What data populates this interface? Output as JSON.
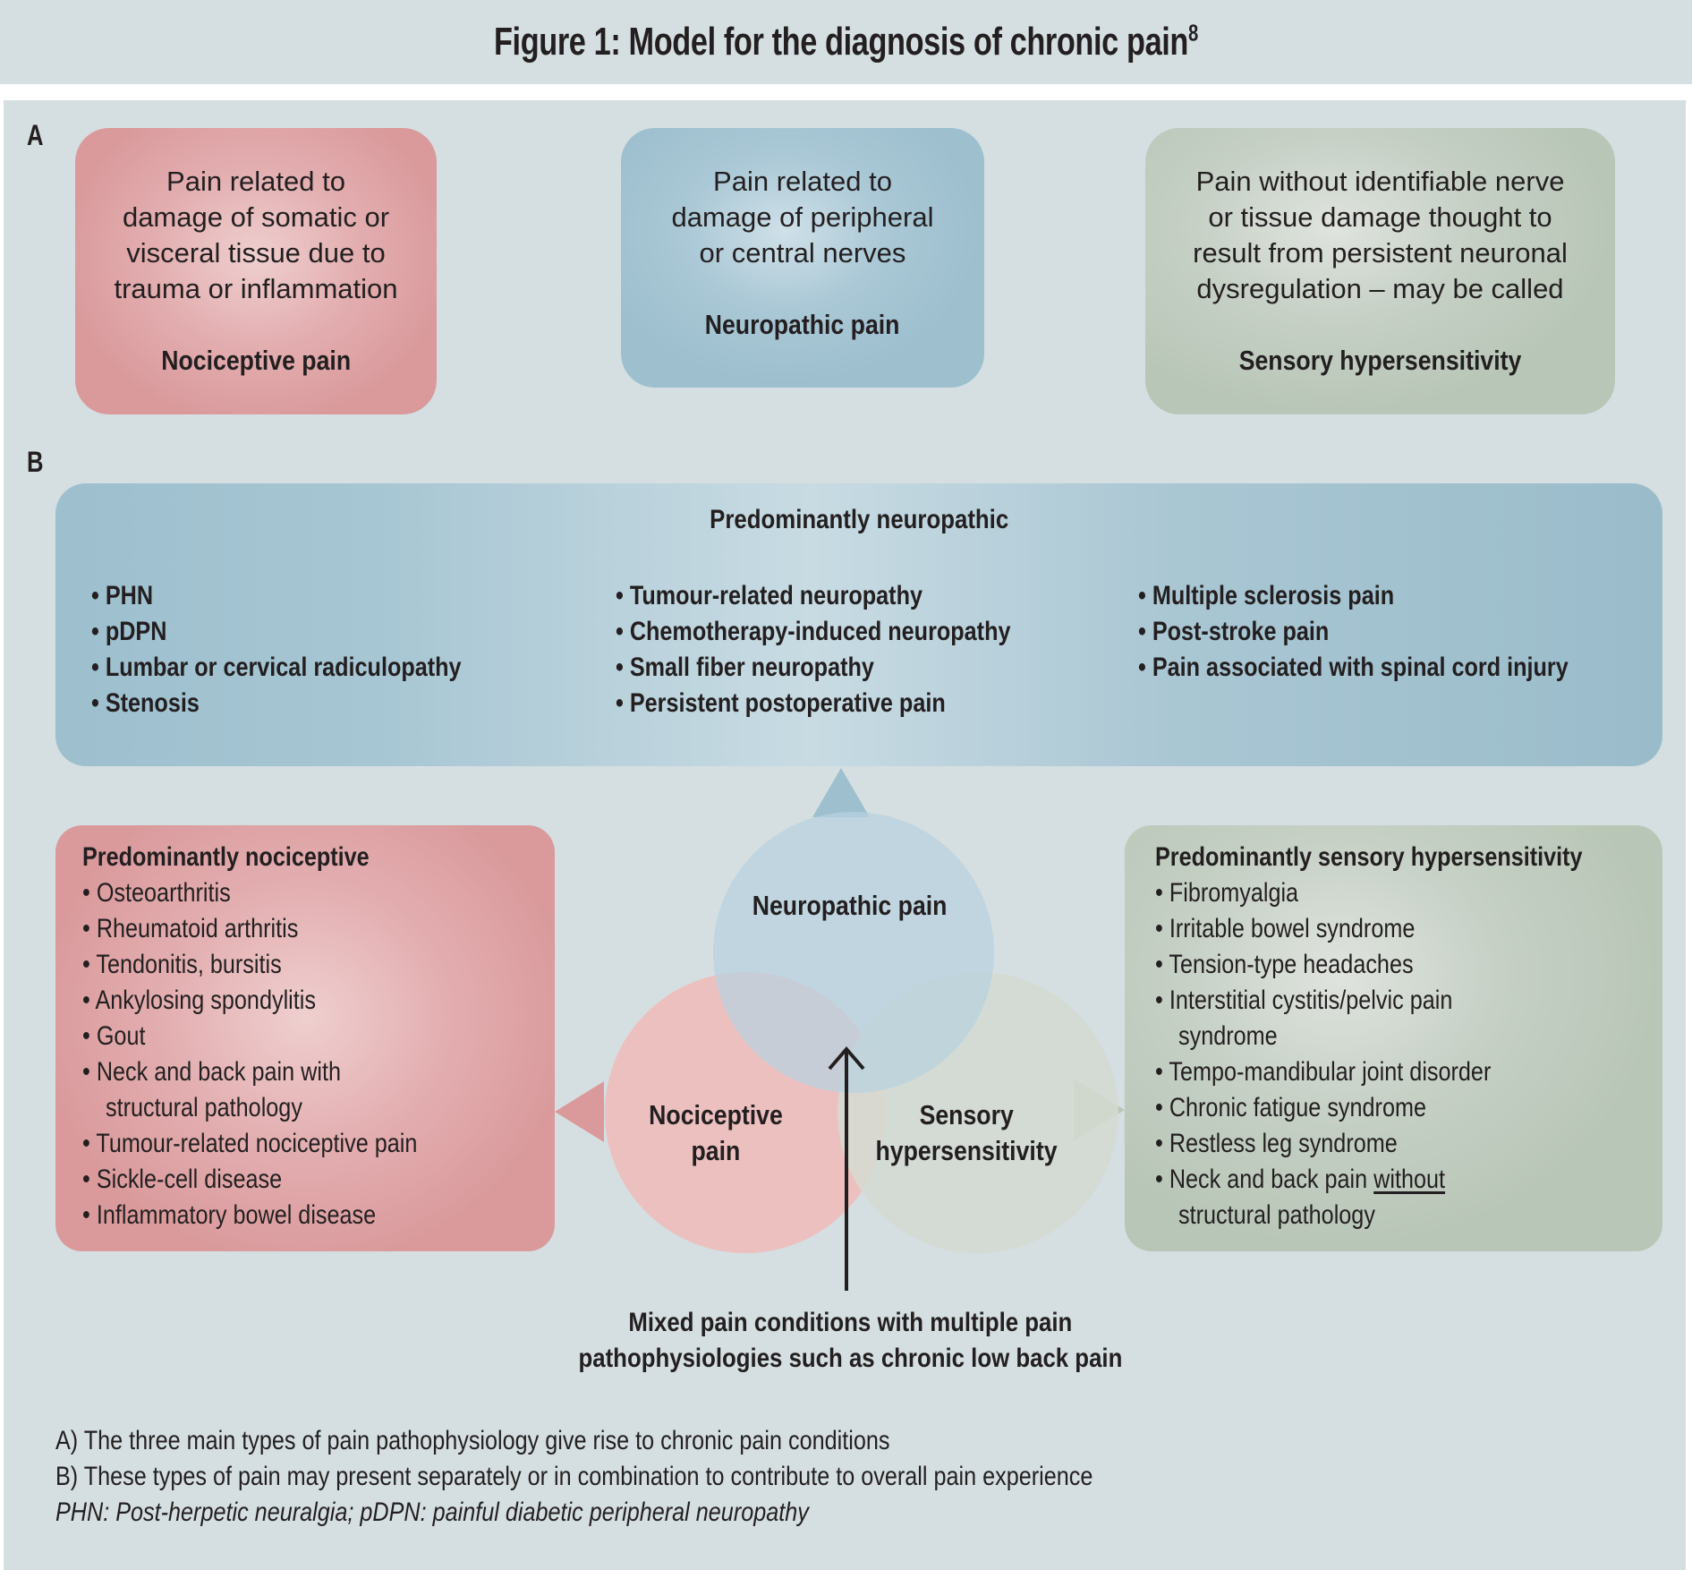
{
  "figure": {
    "title": "Figure 1: Model for the diagnosis of chronic pain",
    "title_superscript": "8"
  },
  "section_a": {
    "label": "A",
    "boxes": [
      {
        "lines": [
          "Pain related to",
          "damage of somatic or",
          "visceral tissue due to",
          "trauma or inflammation"
        ],
        "name": "Nociceptive pain",
        "color": "#da9a9c"
      },
      {
        "lines": [
          "Pain related to",
          "damage of peripheral",
          "or central nerves"
        ],
        "name": "Neuropathic pain",
        "color": "#9dbfce"
      },
      {
        "lines": [
          "Pain without identifiable nerve",
          "or tissue damage thought to",
          "result from persistent neuronal",
          "dysregulation – may be called"
        ],
        "name": "Sensory hypersensitivity",
        "color": "#b8c6b7"
      }
    ]
  },
  "section_b": {
    "label": "B",
    "neuropathic": {
      "title": "Predominantly neuropathic",
      "columns": [
        [
          "PHN",
          "pDPN",
          "Lumbar or cervical radiculopathy",
          "Stenosis"
        ],
        [
          "Tumour-related neuropathy",
          "Chemotherapy-induced neuropathy",
          "Small fiber neuropathy",
          "Persistent postoperative pain"
        ],
        [
          "Multiple sclerosis pain",
          "Post-stroke pain",
          "Pain associated with spinal cord injury"
        ]
      ]
    },
    "nociceptive": {
      "title": "Predominantly nociceptive",
      "items": [
        {
          "text": "Osteoarthritis"
        },
        {
          "text": "Rheumatoid arthritis"
        },
        {
          "text": "Tendonitis, bursitis"
        },
        {
          "text": "Ankylosing spondylitis"
        },
        {
          "text": "Gout"
        },
        {
          "text": "Neck and back pain with",
          "cont": "structural pathology"
        },
        {
          "text": "Tumour-related nociceptive pain"
        },
        {
          "text": "Sickle-cell disease"
        },
        {
          "text": "Inflammatory bowel disease"
        }
      ]
    },
    "sensory": {
      "title": "Predominantly sensory hypersensitivity",
      "items": [
        {
          "text": "Fibromyalgia"
        },
        {
          "text": "Irritable bowel syndrome"
        },
        {
          "text": "Tension-type headaches"
        },
        {
          "text": "Interstitial cystitis/pelvic pain",
          "cont": "syndrome"
        },
        {
          "text": "Tempo-mandibular joint disorder"
        },
        {
          "text": "Chronic fatigue syndrome"
        },
        {
          "text": "Restless leg syndrome"
        },
        {
          "text": "Neck and back pain ",
          "underlined": "without",
          "cont": "structural pathology"
        }
      ]
    },
    "venn": {
      "neuropathic_label": "Neuropathic pain",
      "nociceptive_label": [
        "Nociceptive",
        "pain"
      ],
      "sensory_label": [
        "Sensory",
        "hypersensitivity"
      ],
      "colors": {
        "neuropathic": "#b9d1df",
        "nociceptive": "#efbcbd",
        "sensory": "#d3dbd2"
      }
    },
    "mixed_caption": [
      "Mixed pain conditions with multiple pain",
      "pathophysiologies such as chronic low back pain"
    ]
  },
  "notes": {
    "a": "A) The three main types of pain pathophysiology give rise to chronic pain conditions",
    "b": "B) These types of pain may present separately or in combination to contribute to overall pain experience",
    "abbrev": "PHN: Post-herpetic neuralgia; pDPN: painful diabetic peripheral neuropathy"
  }
}
